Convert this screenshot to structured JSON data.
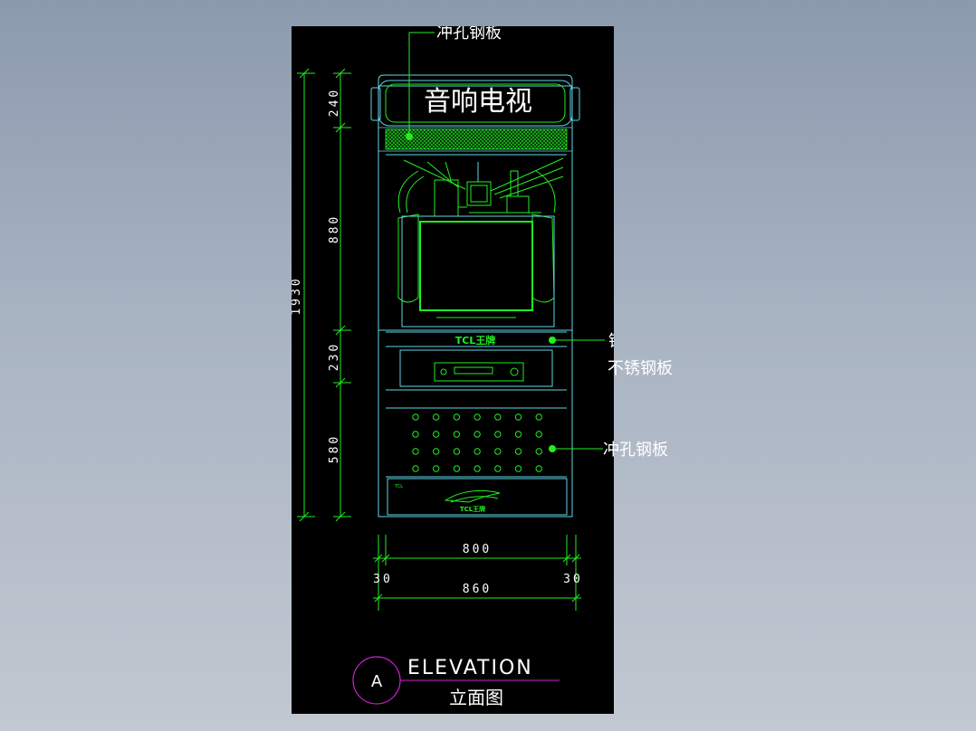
{
  "colors": {
    "cyan": "#5fd6e6",
    "green": "#22ee22",
    "white": "#ffffff",
    "magenta": "#d020d0",
    "background": "#000000"
  },
  "cabinet": {
    "sign_text": "音响电视",
    "tv_brand": "TCL王牌",
    "base_brand": "TCL王牌",
    "base_small_text": "TCL"
  },
  "callouts": {
    "top": "冲孔钢板",
    "middle_line1": "镜面",
    "middle_line2": "不锈钢板",
    "lower": "冲孔钢板"
  },
  "dimensions": {
    "overall_height": "1930",
    "sign_height": "240",
    "tv_height": "880",
    "shelf_height": "230",
    "base_height": "580",
    "inner_width": "800",
    "left_border": "30",
    "right_border": "30",
    "overall_width": "860"
  },
  "title_block": {
    "marker": "A",
    "title": "ELEVATION",
    "subtitle": "立面图"
  }
}
